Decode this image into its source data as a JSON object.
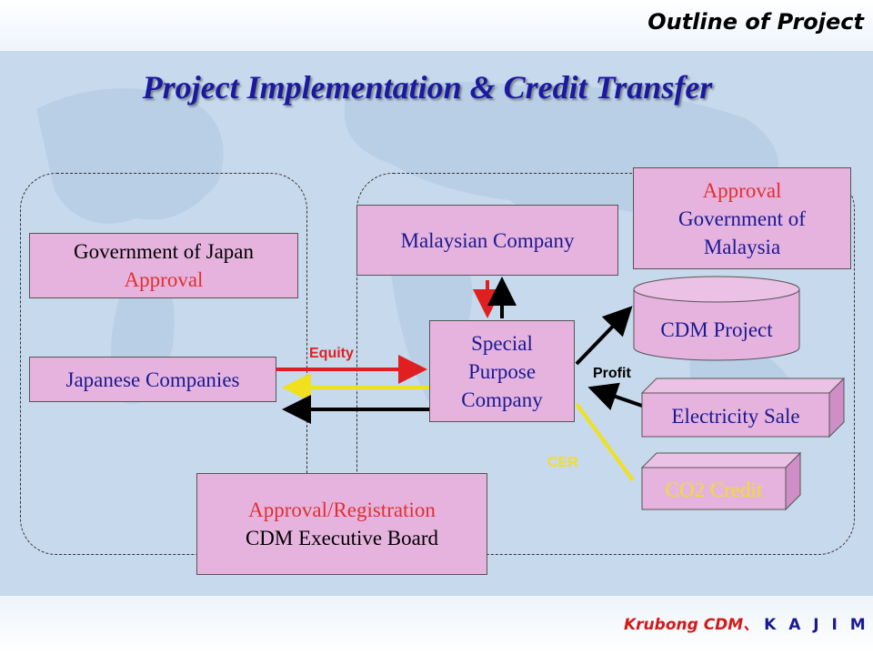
{
  "header": {
    "title": "Outline of Project"
  },
  "main_title": "Project Implementation & Credit Transfer",
  "boxes": {
    "gov_japan": {
      "line1": "Government of Japan",
      "line2": "Approval"
    },
    "japanese_companies": "Japanese Companies",
    "malaysian_company": "Malaysian Company",
    "gov_malaysia": {
      "line1": "Approval",
      "line2": "Government of",
      "line3": "Malaysia"
    },
    "spc": {
      "line1": "Special",
      "line2": "Purpose",
      "line3": "Company"
    },
    "cdm_project": "CDM Project",
    "electricity_sale": "Electricity Sale",
    "co2_credit": "CO2 Credit",
    "cdm_board": {
      "line1": "Approval/Registration",
      "line2": "CDM Executive Board"
    }
  },
  "labels": {
    "equity": "Equity",
    "profit": "Profit",
    "cer": "CER"
  },
  "footer": {
    "project": "Krubong CDM",
    "separator": "、",
    "company": "K A J I M A"
  },
  "colors": {
    "title_blue": "#1a1aa0",
    "approval_red": "#e03030",
    "cer_yellow": "#f0e020",
    "box_pink": "#e6b3df"
  }
}
